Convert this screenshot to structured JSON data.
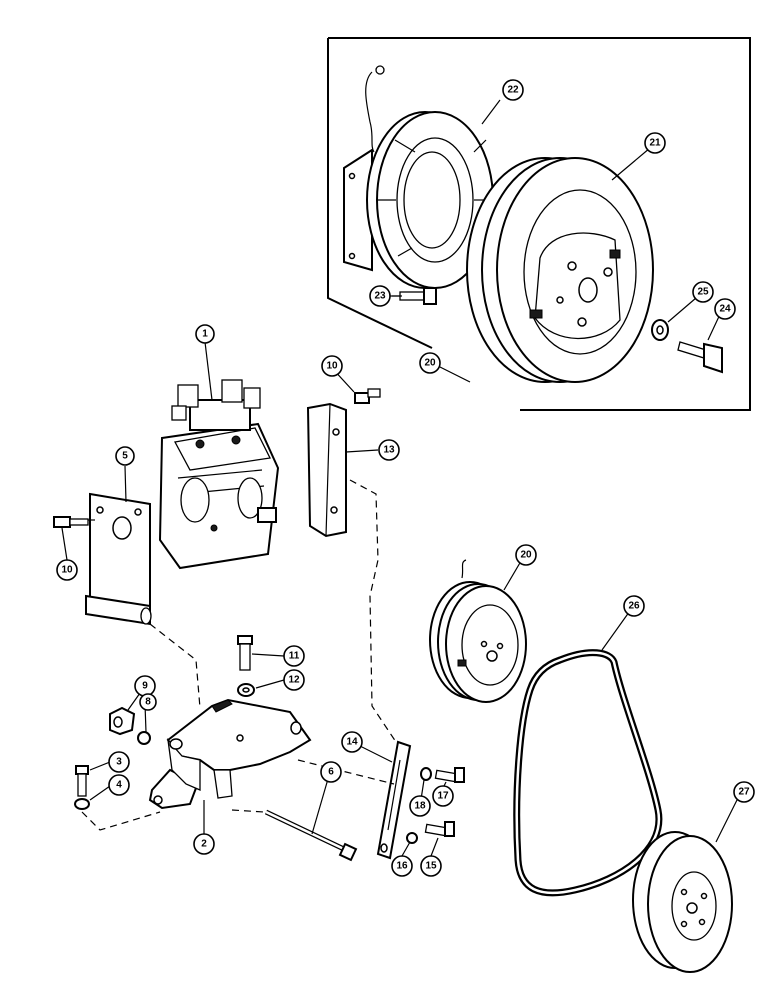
{
  "callouts": {
    "c1": "1",
    "c2": "2",
    "c3": "3",
    "c4": "4",
    "c5": "5",
    "c6": "6",
    "c8": "8",
    "c9": "9",
    "c10a": "10",
    "c10b": "10",
    "c11": "11",
    "c12": "12",
    "c13": "13",
    "c14": "14",
    "c15": "15",
    "c16": "16",
    "c17": "17",
    "c18": "18",
    "c20a": "20",
    "c20b": "20",
    "c21": "21",
    "c22": "22",
    "c23": "23",
    "c24": "24",
    "c25": "25",
    "c26": "26",
    "c27": "27"
  }
}
